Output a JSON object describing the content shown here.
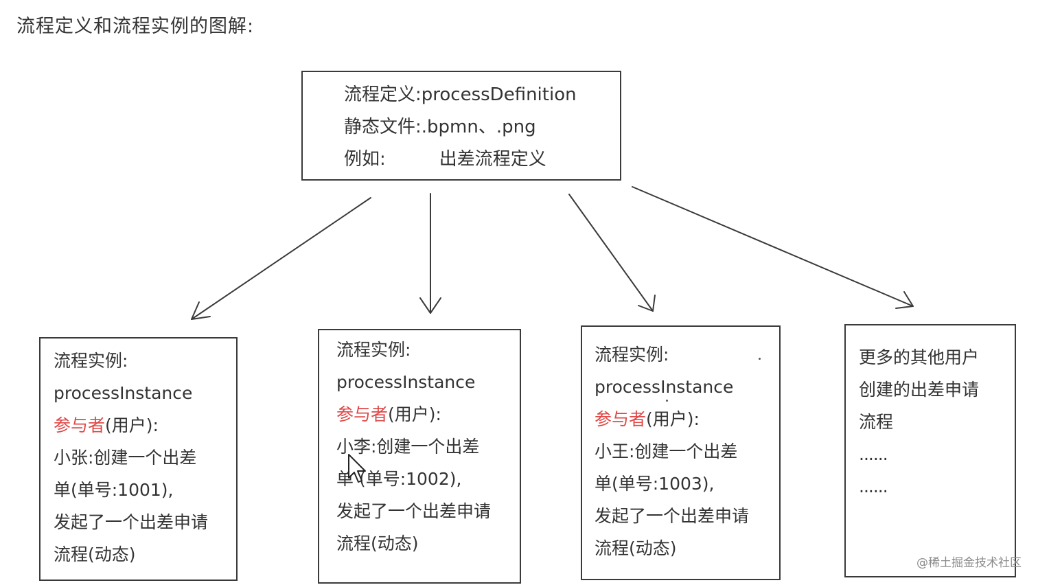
{
  "title": "流程定义和流程实例的图解:",
  "definition": {
    "label": "流程定义:",
    "value": "processDefinition",
    "file_label": "静态文件:",
    "file_value": ".bpmn、.png",
    "example_label": "例如:",
    "example_value": "出差流程定义"
  },
  "instances": [
    {
      "title": "流程实例:",
      "name": "processInstance",
      "participant_label": "参与者",
      "participant_suffix": "(用户):",
      "lines": [
        "小张:创建一个出差",
        "单(单号:1001),",
        "发起了一个出差申请",
        "流程(动态)"
      ]
    },
    {
      "title": "流程实例:",
      "name": "processInstance",
      "participant_label": "参与者",
      "participant_suffix": "(用户):",
      "lines": [
        "小李:创建一个出差",
        "单 (单号:1002),",
        "发起了一个出差申请",
        "流程(动态)"
      ]
    },
    {
      "title": "流程实例:",
      "name": "processInstance",
      "participant_label": "参与者",
      "participant_suffix": "(用户):",
      "lines": [
        "小王:创建一个出差",
        "单(单号:1003),",
        "发起了一个出差申请",
        "流程(动态)"
      ]
    }
  ],
  "more": {
    "lines": [
      "更多的其他用户",
      "创建的出差申请",
      "流程"
    ],
    "dots": [
      "......",
      "......"
    ]
  },
  "watermark": "@稀土掘金技术社区",
  "colors": {
    "highlight": "#e04848",
    "border": "#3a3a3a"
  }
}
